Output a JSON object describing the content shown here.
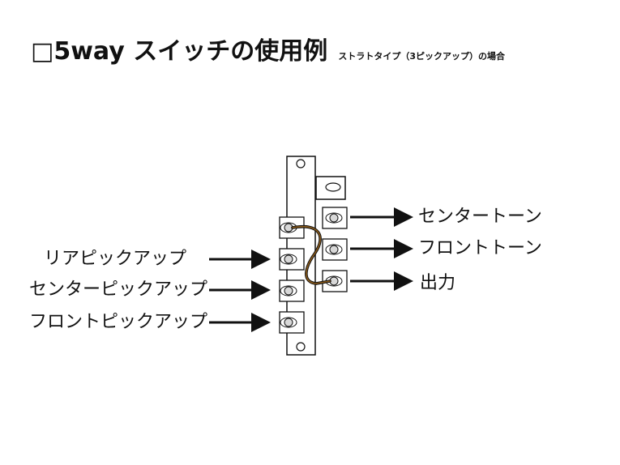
{
  "title": {
    "main": "□5way スイッチの使用例",
    "sub": "ストラトタイプ（3ピックアップ）の場合"
  },
  "inputs": [
    {
      "label": "リアピックアップ"
    },
    {
      "label": "センターピックアップ"
    },
    {
      "label": "フロントピックアップ"
    }
  ],
  "outputs": [
    {
      "label": "センタートーン"
    },
    {
      "label": "フロントトーン"
    },
    {
      "label": "出力"
    }
  ],
  "colors": {
    "line": "#111111",
    "wire": "#8a5a1a",
    "lug_fill": "#d8d8d8"
  }
}
